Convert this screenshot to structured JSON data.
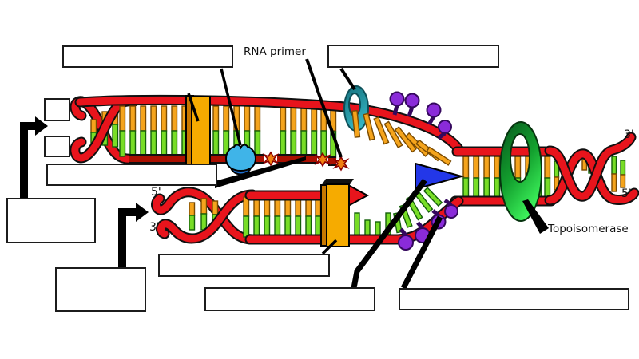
{
  "title": "DNA replication labeling diagram",
  "labels": {
    "rna_primer": "RNA primer",
    "topoisomerase": "Topoisomerase",
    "parental_top_end": "3'",
    "parental_bottom_end": "5'",
    "daughter_top_end": "5'",
    "daughter_bottom_end": "3'"
  },
  "answer_boxes": [
    {
      "id": "top-left",
      "label": ""
    },
    {
      "id": "top-right",
      "label": ""
    },
    {
      "id": "strand-end-upper",
      "label": ""
    },
    {
      "id": "strand-end-lower",
      "label": ""
    },
    {
      "id": "under-top-strand",
      "label": ""
    },
    {
      "id": "mid-left",
      "label": ""
    },
    {
      "id": "lower-left",
      "label": ""
    },
    {
      "id": "under-bottom-helix",
      "label": ""
    },
    {
      "id": "bottom-center",
      "label": ""
    },
    {
      "id": "bottom-right",
      "label": ""
    }
  ],
  "colors": {
    "strand-red": "#e8141c",
    "strand-maroon": "#ab0f00",
    "base-orange": "#f5a41c",
    "base-green": "#78dd26",
    "ssb-purple": "#8a2bd9",
    "helicase-blue": "#2337e8",
    "clamp-teal": "#2aa7b5",
    "polymerase-gold": "#f6ab00",
    "polymerase-gold-dark": "#c87800",
    "primer-orange": "#f08010",
    "polymerase-blue-light": "#3fb4e8",
    "polymerase-blue-dark": "#1d6fd0"
  }
}
